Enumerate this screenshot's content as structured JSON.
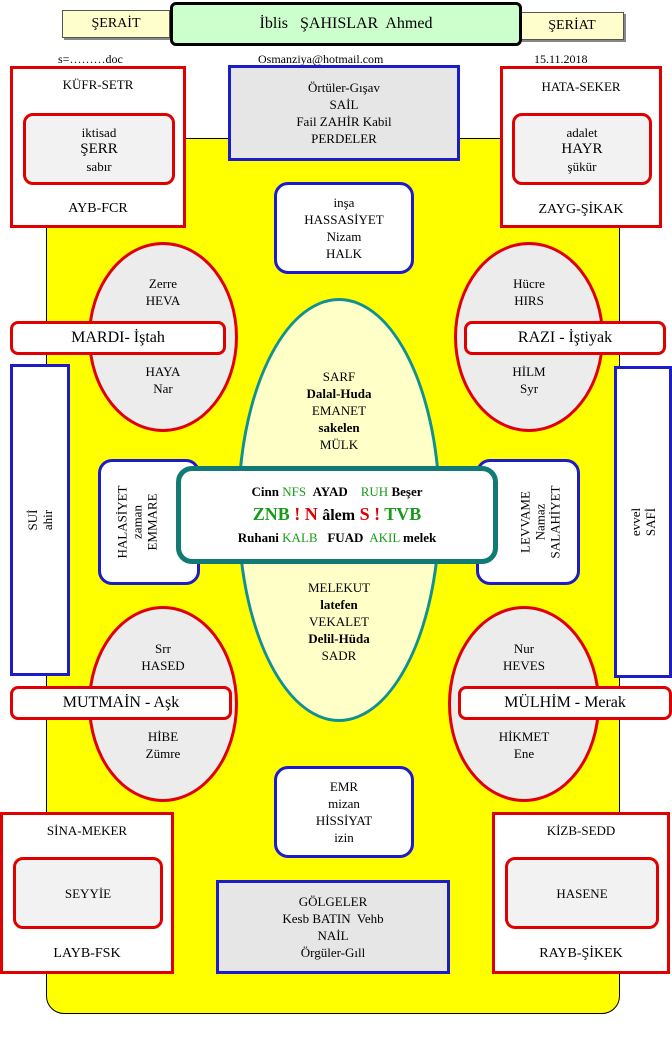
{
  "header": {
    "left_tab": "ŞERAİT",
    "title": "İblis   ŞAHISLAR  Ahmed",
    "right_tab": "ŞERİAT",
    "doc_name": "s=………doc",
    "email": "Osmanziya@hotmail.com",
    "date": "15.11.2018"
  },
  "top_left": {
    "top": "KÜFR-SETR",
    "inner": [
      "iktisad",
      "ŞERR",
      "sabır"
    ],
    "bottom": "AYB-FCR"
  },
  "top_right": {
    "top": "HATA-SEKER",
    "inner": [
      "adalet",
      "HAYR",
      "şükür"
    ],
    "bottom": "ZAYG-ŞİKAK"
  },
  "top_center": [
    "Örtüler-Gışav",
    "SAİL",
    "Fail ZAHİR Kabil",
    "PERDELER"
  ],
  "upper_blue": [
    "inşa",
    "HASSASİYET",
    "Nizam",
    "HALK"
  ],
  "ellipse_ul": {
    "top": [
      "Zerre",
      "HEVA"
    ],
    "bottom": [
      "HAYA",
      "Nar"
    ],
    "label": "MARDI- İştah"
  },
  "ellipse_ur": {
    "top": [
      "Hücre",
      "HIRS"
    ],
    "bottom": [
      "HİLM",
      "Syr"
    ],
    "label": "RAZI - İştiyak"
  },
  "ellipse_ll": {
    "top": [
      "Srr",
      "HASED"
    ],
    "bottom": [
      "HİBE",
      "Zümre"
    ],
    "label": "MUTMAİN - Aşk"
  },
  "ellipse_lr": {
    "top": [
      "Nur",
      "HEVES"
    ],
    "bottom": [
      "HİKMET",
      "Ene"
    ],
    "label": "MÜLHİM - Merak"
  },
  "left_sidebar": [
    "SUİ",
    "ahir"
  ],
  "right_sidebar": [
    "evvel",
    "SAFİ"
  ],
  "left_mid": [
    "HALASİYET",
    "zaman",
    "EMMARE"
  ],
  "right_mid": [
    "LEVVAME",
    "Namaz",
    "SALAHİYET"
  ],
  "big_ellipse_top": [
    "SARF",
    "Dalal-Huda",
    "EMANET",
    "sakelen",
    "MÜLK"
  ],
  "big_ellipse_bottom": [
    "MELEKUT",
    "latefen",
    "VEKALET",
    "Delil-Hüda",
    "SADR"
  ],
  "center": {
    "row1": [
      "Cinn",
      "NFS",
      "AYAD",
      "RUH",
      "Beşer"
    ],
    "row2": [
      "ZNB",
      "!",
      "N",
      "âlem",
      "S",
      "!",
      "TVB"
    ],
    "row3": [
      "Ruhani",
      "KALB",
      "FUAD",
      "AKIL",
      "melek"
    ]
  },
  "lower_blue": [
    "EMR",
    "mizan",
    "HİSSİYAT",
    "izin"
  ],
  "bottom_left": {
    "top": "SİNA-MEKER",
    "inner": "SEYYİE",
    "bottom": "LAYB-FSK"
  },
  "bottom_right": {
    "top": "KİZB-SEDD",
    "inner": "HASENE",
    "bottom": "RAYB-ŞİKEK"
  },
  "bottom_center": [
    "GÖLGELER",
    "Kesb BATIN  Vehb",
    "NAİL",
    "Örgüler-Gıll"
  ],
  "colors": {
    "red": "#e00000",
    "blue": "#1c1cc8",
    "yellow": "#ffff00",
    "teal": "#117a74",
    "green": "#1a9a1a"
  }
}
